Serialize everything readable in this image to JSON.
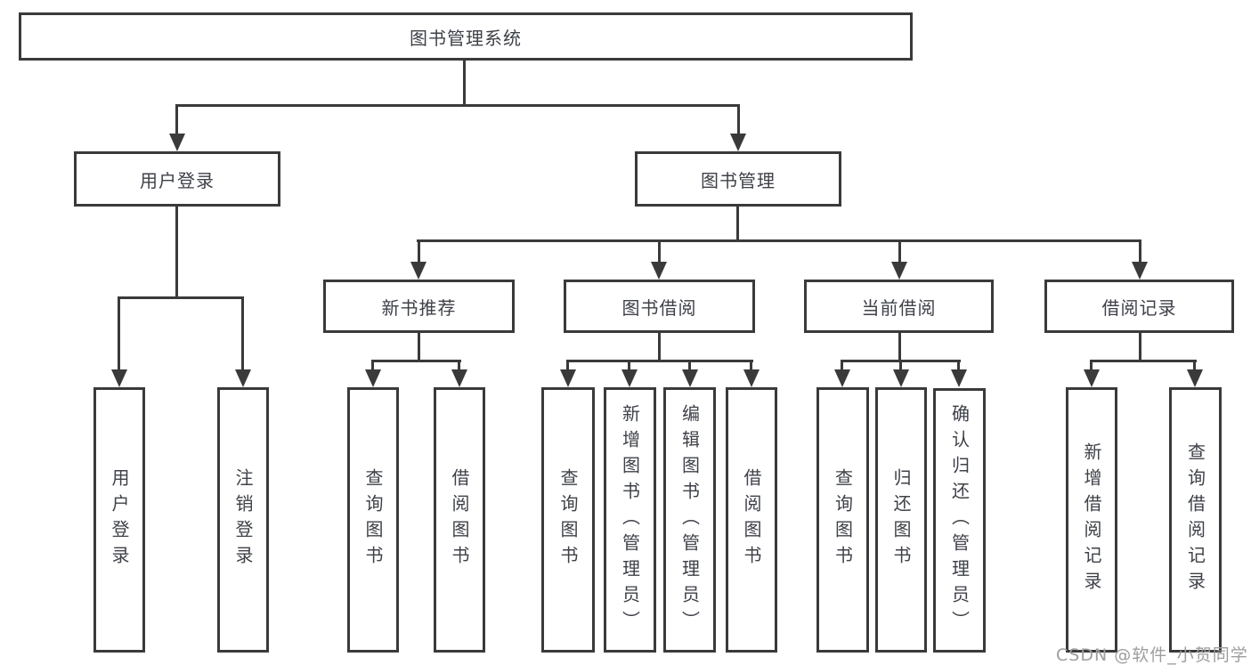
{
  "diagram": {
    "root": {
      "label": "图书管理系统"
    },
    "branches": [
      {
        "label": "用户登录",
        "children": [
          {
            "label": "用户登录"
          },
          {
            "label": "注销登录"
          }
        ]
      },
      {
        "label": "图书管理",
        "sections": [
          {
            "label": "新书推荐",
            "children": [
              {
                "label": "查询图书"
              },
              {
                "label": "借阅图书"
              }
            ]
          },
          {
            "label": "图书借阅",
            "children": [
              {
                "label": "查询图书"
              },
              {
                "label": "新增图书（管理员）"
              },
              {
                "label": "编辑图书（管理员）"
              },
              {
                "label": "借阅图书"
              }
            ]
          },
          {
            "label": "当前借阅",
            "children": [
              {
                "label": "查询图书"
              },
              {
                "label": "归还图书"
              },
              {
                "label": "确认归还（管理员）"
              }
            ]
          },
          {
            "label": "借阅记录",
            "children": [
              {
                "label": "新增借阅记录"
              },
              {
                "label": "查询借阅记录"
              }
            ]
          }
        ]
      }
    ]
  },
  "watermark": {
    "text": "CSDN @软件_小贺同学"
  },
  "colors": {
    "line": "#3a3a3a",
    "text": "#3e4148",
    "background": "#ffffff",
    "watermark": "#9e9e9e"
  }
}
